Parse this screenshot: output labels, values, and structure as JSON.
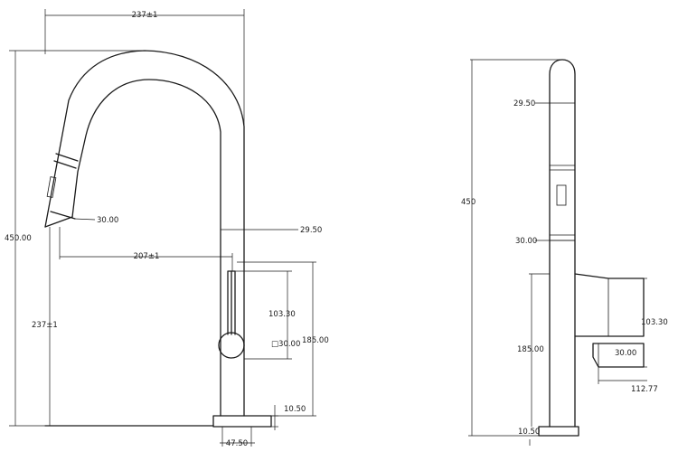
{
  "front_view": {
    "overall_width": "237±1",
    "overall_height": "450.00",
    "spray_head_dia": "30.00",
    "body_dia": "29.50",
    "reach": "207±1",
    "spout_height": "237±1",
    "handle_height": "103.30",
    "handle_square": "□30.00",
    "handle_top_height": "185.00",
    "base_height": "10.50",
    "base_width": "47.50"
  },
  "side_view": {
    "overall_height": "450",
    "top_dia": "29.50",
    "head_dia": "30.00",
    "handle_axis_height": "185.00",
    "handle_height": "103.30",
    "handle_dia": "30.00",
    "handle_length": "112.77",
    "base_height": "10.50"
  }
}
